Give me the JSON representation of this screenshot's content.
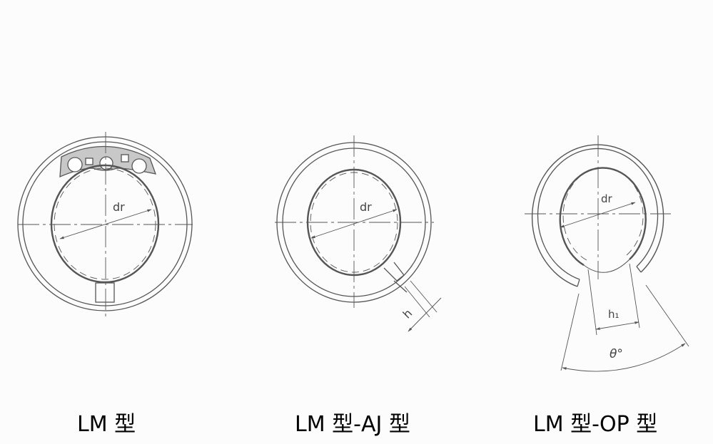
{
  "figures": [
    {
      "id": "lm",
      "caption": "LM 型",
      "dimension_label": "dr"
    },
    {
      "id": "lm-aj",
      "caption": "LM 型-AJ 型",
      "dimension_label": "dr",
      "slit_label": "h"
    },
    {
      "id": "lm-op",
      "caption": "LM 型-OP 型",
      "dimension_label": "dr",
      "opening_label": "h₁",
      "angle_label": "θ°"
    }
  ],
  "colors": {
    "line": "#555555",
    "shade": "#c8c8c8",
    "background": "#fcfcfc",
    "caption": "#000000"
  }
}
